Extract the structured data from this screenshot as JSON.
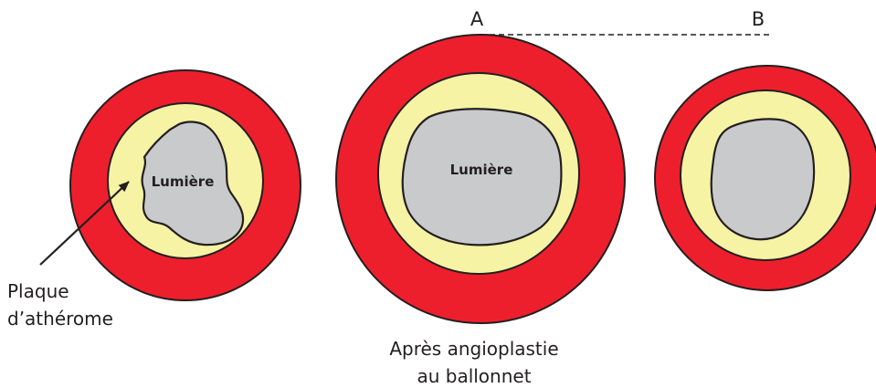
{
  "labels": {
    "lumen_1": "Lumière",
    "lumen_2": "Lumière",
    "plaque_line1": "Plaque",
    "plaque_line2": "d’athérome",
    "after_line1": "Après angioplastie",
    "after_line2": "au ballonnet",
    "marker_a": "A",
    "marker_b": "B"
  },
  "colors": {
    "artery_wall": "#ee1f2d",
    "plaque": "#f7f3a4",
    "lumen": "#c9cacc",
    "outline": "#231f20"
  }
}
